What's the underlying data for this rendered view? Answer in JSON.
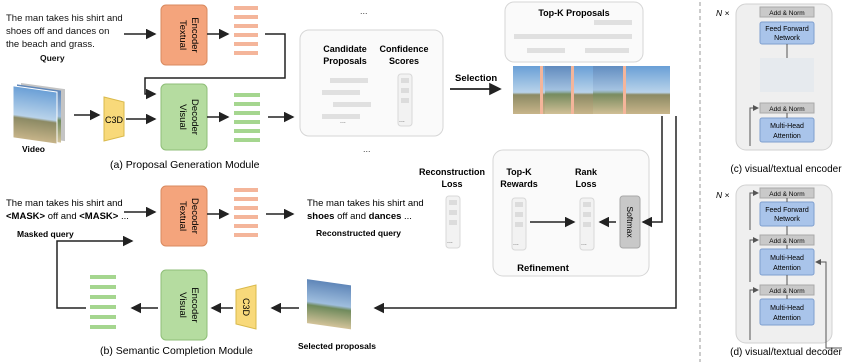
{
  "query": {
    "line1": "The man takes his shirt and",
    "line2": "shoes off and dances on",
    "line3": "the beach and grass.",
    "label": "Query"
  },
  "video_label": "Video",
  "c3d": "C3D",
  "textual_encoder": [
    "Textual",
    "Encoder"
  ],
  "visual_decoder": [
    "Visual",
    "Decoder"
  ],
  "textual_decoder": [
    "Textual",
    "Decoder"
  ],
  "visual_encoder": [
    "Visual",
    "Encoder"
  ],
  "candidate": {
    "line1": "Candidate",
    "line2": "Proposals",
    "conf1": "Confidence",
    "conf2": "Scores"
  },
  "selection": "Selection",
  "topk_title": "Top-K Proposals",
  "ellipsis": "...",
  "module_a": "(a) Proposal Generation Module",
  "module_b": "(b) Semantic Completion Module",
  "masked": {
    "line1": "The man takes his shirt and",
    "mask1": "<MASK>",
    "off": " off and ",
    "mask2": "<MASK>",
    "tail": " ...",
    "label": "Masked query"
  },
  "recon": {
    "line1": "The man takes his shirt and",
    "w1": "shoes",
    "mid": " off and ",
    "w2": "dances",
    "tail": " ...",
    "label": "Reconstructed query"
  },
  "refine": {
    "recon1": "Reconstruction",
    "recon2": "Loss",
    "topk1": "Top-K",
    "topk2": "Rewards",
    "rank1": "Rank",
    "rank2": "Loss",
    "softmax": "Softmax",
    "label": "Refinement"
  },
  "selected": "Selected proposals",
  "encoder_panel": {
    "n": "N ×",
    "addnorm": "Add & Norm",
    "ffn1": "Feed Forward",
    "ffn2": "Network",
    "mha1": "Multi-Head",
    "mha2": "Attention",
    "caption": "(c) visual/textual encoder"
  },
  "decoder_panel": {
    "n": "N ×",
    "addnorm": "Add & Norm",
    "ffn1": "Feed Forward",
    "ffn2": "Network",
    "mha1": "Multi-Head",
    "mha2": "Attention",
    "caption": "(d) visual/textual decoder"
  },
  "colors": {
    "orange": "#f4a47c",
    "green": "#b5dca0",
    "yellow": "#f8d97a",
    "blue": "#a9c4ea",
    "gray": "#c8c8c8",
    "panel": "#efefef"
  }
}
